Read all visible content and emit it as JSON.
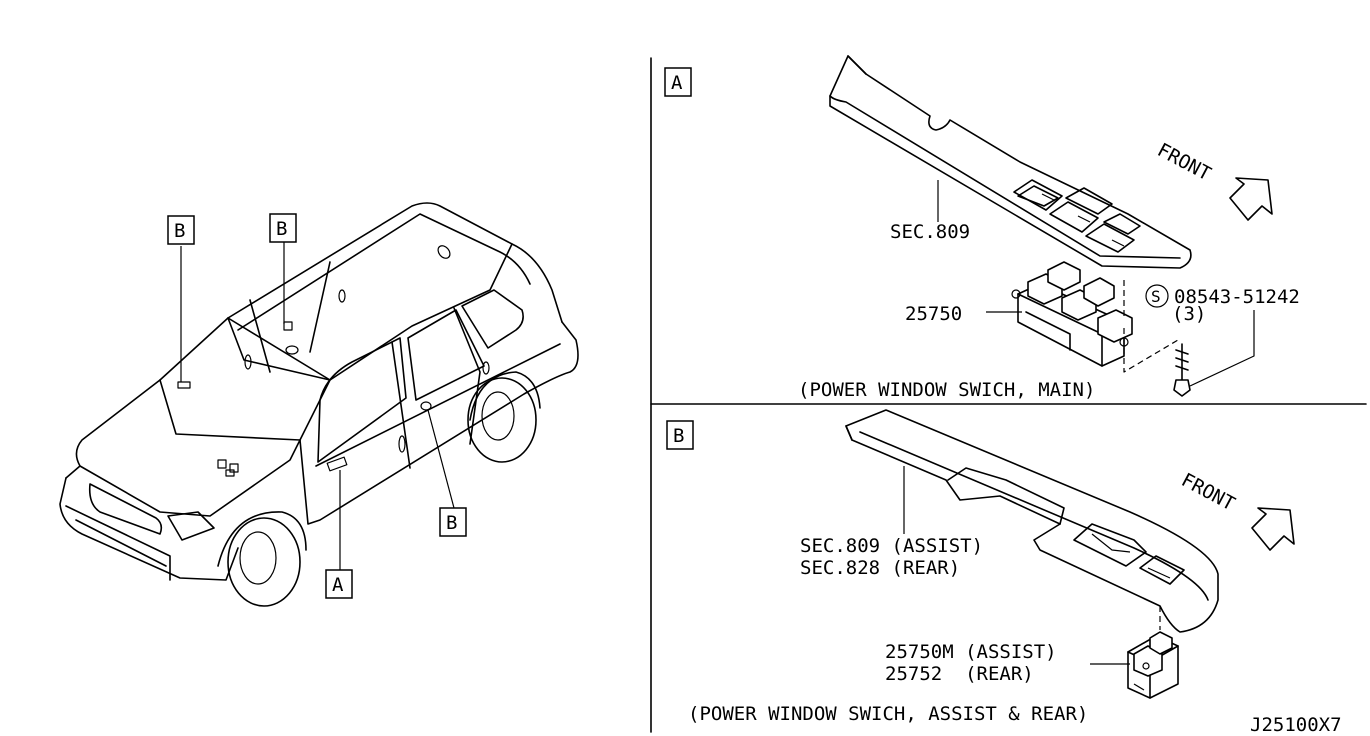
{
  "callouts": {
    "vehicle_b_left": "B",
    "vehicle_b_top": "B",
    "vehicle_b_right": "B",
    "vehicle_a": "A"
  },
  "panel_a": {
    "tag": "A",
    "front_label": "FRONT",
    "finisher_ref": "SEC.809",
    "switch_part": "25750",
    "screw_symbol": "S",
    "screw_part": "08543-51242",
    "screw_qty": "(3)",
    "caption": "(POWER WINDOW SWICH, MAIN)"
  },
  "panel_b": {
    "tag": "B",
    "front_label": "FRONT",
    "finisher_ref_assist": "SEC.809 (ASSIST)",
    "finisher_ref_rear": "SEC.828 (REAR)",
    "switch_part_assist": "25750M (ASSIST)",
    "switch_part_rear": "25752  (REAR)",
    "caption": "(POWER WINDOW SWICH, ASSIST & REAR)"
  },
  "drawing_id": "J25100X7"
}
